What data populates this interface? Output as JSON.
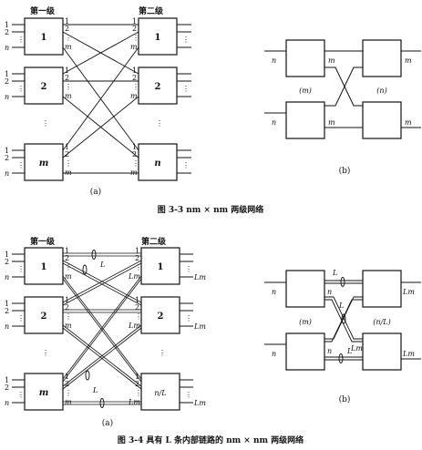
{
  "figure_3_3": {
    "caption": "图 3-3   nm × nm 两级网络",
    "panel_a": {
      "stage1_title": "第一级",
      "stage2_title": "第二级",
      "stage1_blocks": [
        "1",
        "2",
        "m"
      ],
      "stage2_blocks": [
        "1",
        "2",
        "n"
      ],
      "port_labels": [
        "1",
        "2",
        "⋮",
        "n"
      ],
      "inner_left_ports": [
        "1",
        "2",
        "⋮",
        "m"
      ],
      "inner_right_ports": [
        "1",
        "2",
        "⋮",
        "m"
      ],
      "dots": "⋮",
      "label": "(a)"
    },
    "panel_b": {
      "in_label": "n",
      "out_label": "m",
      "left_block_label": "(m)",
      "right_block_label": "(n)",
      "label": "(b)"
    }
  },
  "figure_3_4": {
    "caption": "图 3-4   具有 L 条内部链路的 nm × nm 两级网络",
    "panel_a": {
      "stage1_title": "第一级",
      "stage2_title": "第二级",
      "stage1_blocks": [
        "1",
        "2",
        "m"
      ],
      "stage2_blocks": [
        "1",
        "2",
        "n/L"
      ],
      "port_labels": [
        "1",
        "2",
        "⋮",
        "n"
      ],
      "inner_left_ports": [
        "1",
        "2",
        "⋮",
        "m"
      ],
      "inner_right_ports": [
        "1",
        "2",
        "⋮",
        "Lm"
      ],
      "right_output_label": "Lm",
      "bundle_label": "L",
      "dots": "⋮",
      "label": "(a)"
    },
    "panel_b": {
      "in_label": "n",
      "out_label": "Lm",
      "mid_label": "Lm",
      "bundle_label": "L",
      "left_block_label": "(m)",
      "right_block_label": "(n/L)",
      "label": "(b)"
    }
  }
}
